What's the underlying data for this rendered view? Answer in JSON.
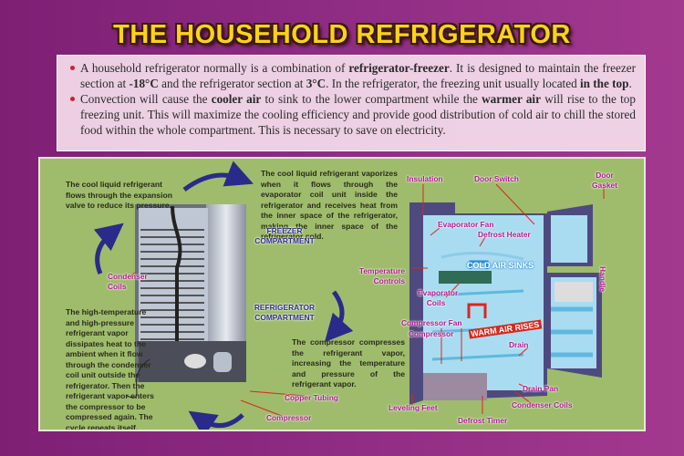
{
  "title": "THE HOUSEHOLD REFRIGERATOR",
  "intro": {
    "bullet1": [
      {
        "t": "A household refrigerator normally is a combination of ",
        "b": false
      },
      {
        "t": "refrigerator-freezer",
        "b": true
      },
      {
        "t": ". It is designed to maintain the freezer section at ",
        "b": false
      },
      {
        "t": "-18°C",
        "b": true
      },
      {
        "t": " and the refrigerator section at ",
        "b": false
      },
      {
        "t": "3°C",
        "b": true
      },
      {
        "t": ". In the refrigerator, the freezing unit usually located ",
        "b": false
      },
      {
        "t": "in the top",
        "b": true
      },
      {
        "t": ".",
        "b": false
      }
    ],
    "bullet2": [
      {
        "t": "Convection will cause the ",
        "b": false
      },
      {
        "t": "cooler air",
        "b": true
      },
      {
        "t": " to sink to the lower compartment while the ",
        "b": false
      },
      {
        "t": "warmer air",
        "b": true
      },
      {
        "t": " will rise to the top freezing unit. This will maximize the cooling efficiency and provide good distribution of cold air to chill the stored food within the whole compartment. This is necessary to save on electricity.",
        "b": false
      }
    ]
  },
  "cycle": {
    "step1": "The cool liquid refrigerant flows through the expansion valve to reduce its pressure.",
    "step2": "The cool liquid refrigerant vaporizes when it flows through the evaporator coil unit inside the refrigerator and receives heat from the inner space of the refrigerator, making the inner space of the refrigerator cold.",
    "step3": "The compressor compresses the refrigerant vapor, increasing the temperature and pressure of the refrigerant vapor.",
    "step4": "The high-temperature and high-pressure refrigerant vapor dissipates heat to the ambient when it flow through the condenser coil unit outside the refrigerator. Then the refrigerant vapor enters the compressor to be compressed again. The cycle repeats itself."
  },
  "back_view": {
    "freezer": "FREEZER COMPARTMENT",
    "refrigerator": "REFRIGERATOR COMPARTMENT",
    "condenser_coils": "Condenser Coils",
    "copper_tubing": "Copper Tubing",
    "compressor": "Compressor"
  },
  "open_view": {
    "insulation": "Insulation",
    "door_switch": "Door Switch",
    "door_gasket": "Door Gasket",
    "evaporator_fan": "Evaporator Fan",
    "defrost_heater": "Defrost Heater",
    "temperature_controls": "Temperature Controls",
    "cold_air": "COLD AIR SINKS",
    "evaporator_coils": "Evaporator Coils",
    "compressor_fan": "Compressor Fan",
    "compressor": "Compressor",
    "warm_air": "WARM AIR RISES",
    "drain": "Drain",
    "drain_pan": "Drain Pan",
    "condenser_coils": "Condenser Coils",
    "leveling_feet": "Leveling Feet",
    "defrost_timer": "Defrost Timer",
    "handle": "Handle"
  },
  "colors": {
    "background": "#8f2c84",
    "title": "#ffd21a",
    "panel": "#9ebc6c",
    "label": "#b01a8c",
    "arrow": "#2a2a8a",
    "cold": "#2a8ad8",
    "warm": "#d8281e"
  }
}
